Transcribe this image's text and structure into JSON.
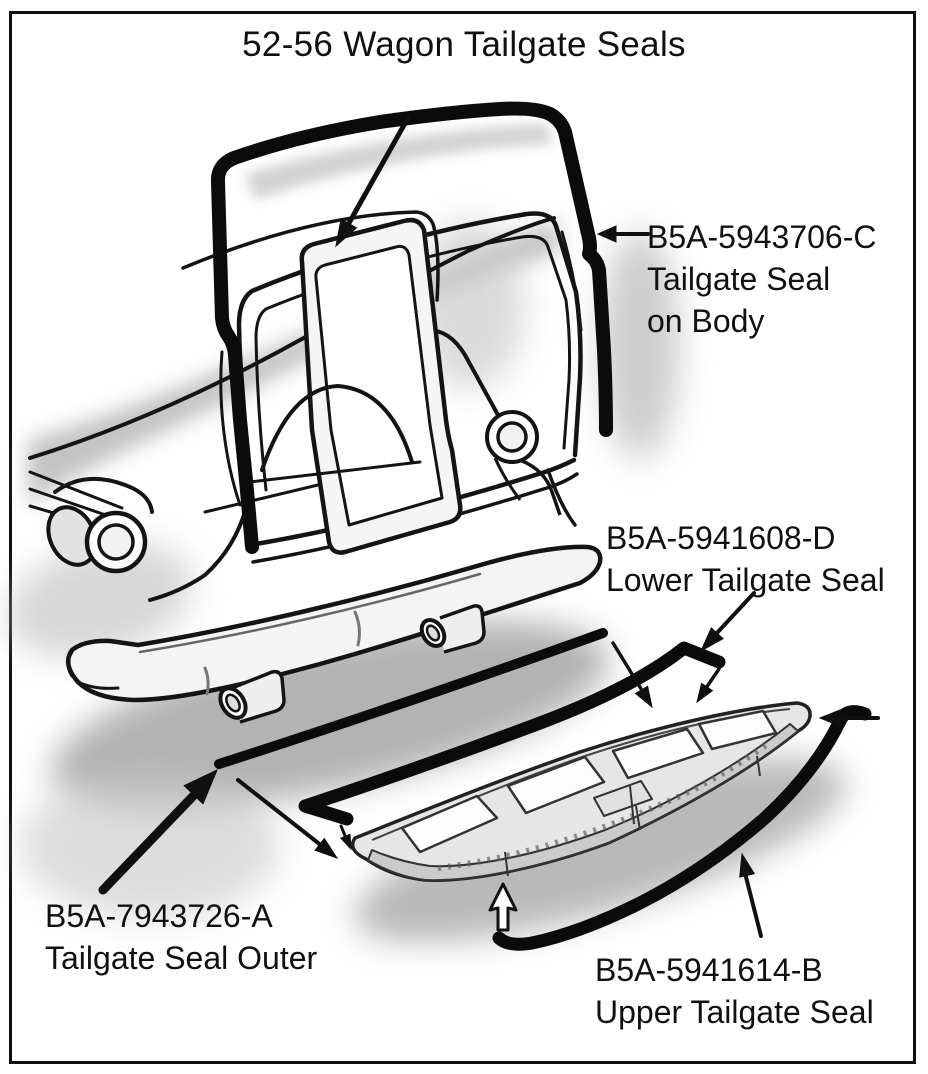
{
  "title": "52-56 Wagon Tailgate Seals",
  "callouts": {
    "body": {
      "part_number": "B5A-5943706-C",
      "desc_line1": "Tailgate Seal",
      "desc_line2": "on Body"
    },
    "lower": {
      "part_number": "B5A-5941608-D",
      "desc_line1": "Lower Tailgate Seal"
    },
    "outer": {
      "part_number": "B5A-7943726-A",
      "desc_line1": "Tailgate Seal Outer"
    },
    "upper": {
      "part_number": "B5A-5941614-B",
      "desc_line1": "Upper Tailgate Seal"
    }
  },
  "diagram": {
    "subject": "rear view of 1952-56 Ford station wagon with tailgate removed, tailgate panel shown below",
    "ink_color": "#141414",
    "seal_color": "#0b0b0b",
    "background_color": "#ffffff"
  }
}
